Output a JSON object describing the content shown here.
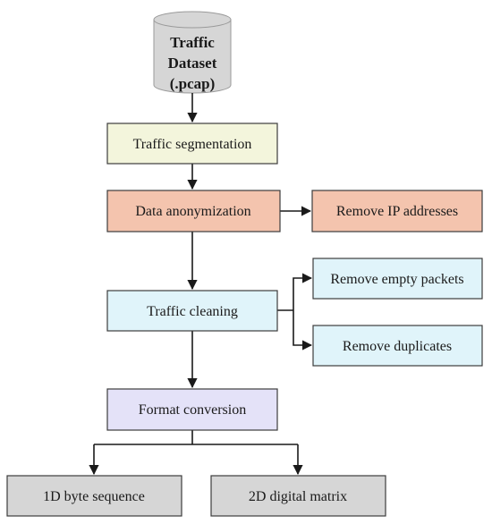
{
  "database": {
    "lines": [
      "Traffic",
      "Dataset",
      "(.pcap)"
    ],
    "fill": "#d6d6d6"
  },
  "steps": {
    "segmentation": {
      "label": "Traffic segmentation",
      "fill": "#f3f5dc"
    },
    "anonymization": {
      "label": "Data anonymization",
      "fill": "#f4c4ae"
    },
    "remove_ip": {
      "label": "Remove IP addresses",
      "fill": "#f4c4ae"
    },
    "cleaning": {
      "label": "Traffic cleaning",
      "fill": "#e0f4fa"
    },
    "remove_empty": {
      "label": "Remove empty packets",
      "fill": "#e0f4fa"
    },
    "remove_duplicates": {
      "label": "Remove duplicates",
      "fill": "#e0f4fa"
    },
    "format_conversion": {
      "label": "Format conversion",
      "fill": "#e4e2f8"
    },
    "byte_sequence": {
      "label": "1D byte sequence",
      "fill": "#d6d6d6"
    },
    "digital_matrix": {
      "label": "2D digital matrix",
      "fill": "#d6d6d6"
    }
  }
}
